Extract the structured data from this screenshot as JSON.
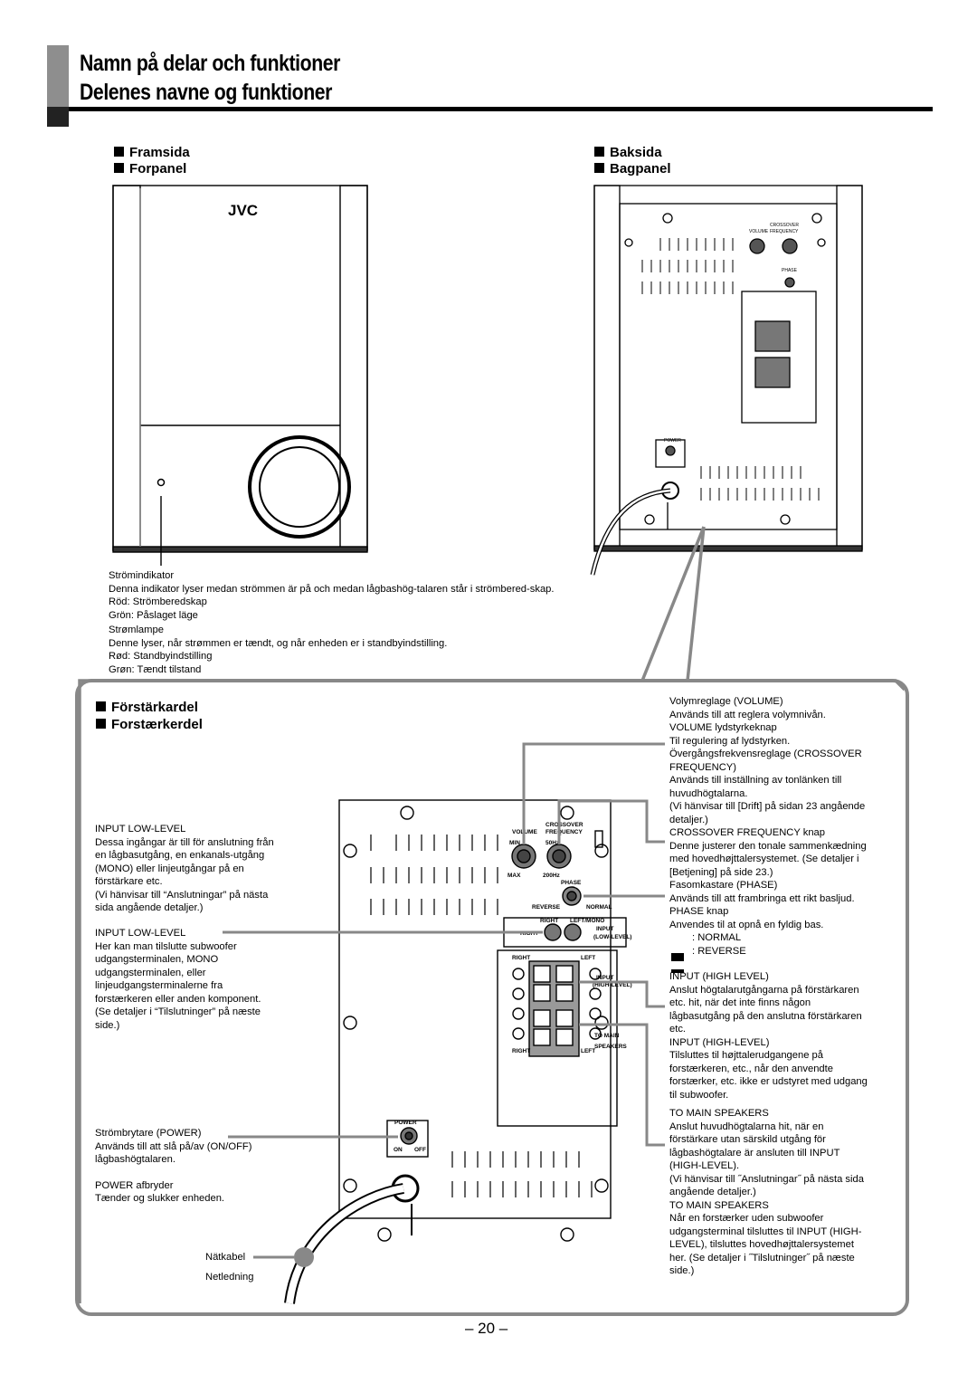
{
  "header": {
    "title_sv": "Namn på delar och funktioner",
    "title_da": "Delenes navne og funktioner"
  },
  "front": {
    "heading_sv": "Framsida",
    "heading_da": "Forpanel",
    "brand": "JVC"
  },
  "rear": {
    "heading_sv": "Baksida",
    "heading_da": "Bagpanel"
  },
  "power_indicator": {
    "lines": [
      "Strömindikator",
      "Denna indikator lyser medan strömmen är på och medan lågbashög-talaren står i strömbered-skap.",
      "Röd:   Strömberedskap",
      "Grön:  Påslaget läge",
      "Strømlampe",
      "Denne lyser, når strømmen er tændt, og når enheden er i standbyindstilling.",
      "Rød:   Standbyindstilling",
      "Grøn:  Tændt tilstand"
    ]
  },
  "amp": {
    "heading_sv": "Förstärkardel",
    "heading_da": "Forstærkerdel",
    "panel_labels": {
      "crossover": "CROSSOVER",
      "volume": "VOLUME",
      "frequency": "FREQUENCY",
      "min": "MIN",
      "max": "MAX",
      "hz50": "50Hz",
      "hz200": "200Hz",
      "phase": "PHASE",
      "reverse": "REVERSE",
      "normal": "NORMAL",
      "right": "RIGHT",
      "left_mono": "LEFT/MONO",
      "input": "INPUT",
      "low_level": "(LOW-LEVEL)",
      "left": "LEFT",
      "high_level": "(HIGH-LEVEL)",
      "to_main": "TO MAIN",
      "speakers": "SPEAKERS",
      "power": "POWER",
      "on": "ON",
      "off": "OFF"
    },
    "left_text": [
      "INPUT LOW-LEVEL",
      "Dessa ingångar är till för anslutning från",
      "en lågbasutgång, en enkanals-utgång",
      "(MONO) eller linjeutgångar på en",
      "förstärkare etc.",
      "(Vi hänvisar till “Anslutningar” på nästa",
      "sida angående detaljer.)"
    ],
    "left_text2": [
      "INPUT LOW-LEVEL",
      "Her kan man tilslutte subwoofer",
      "udgangsterminalen, MONO",
      "udgangsterminalen, eller",
      "linjeudgangsterminalerne fra",
      "forstærkeren eller anden komponent.",
      "(Se detaljer i “Tilslutninger” på næste",
      "side.)"
    ],
    "left_text3": [
      "Strömbrytare (POWER)",
      "Används till att slå på/av (ON/OFF)",
      "lågbashögtalaren.",
      "",
      "POWER afbryder",
      "Tænder og slukker enheden."
    ],
    "cable_sv": "Nätkabel",
    "cable_da": "Netledning",
    "right_text": [
      "Volymreglage (VOLUME)",
      "Används till att reglera volymnivån.",
      "VOLUME lydstyrkeknap",
      "Til regulering af lydstyrken.",
      "Övergångsfrekvensreglage (CROSSOVER",
      "FREQUENCY)",
      "Används till inställning av tonlänken till",
      "huvudhögtalarna.",
      "(Vi hänvisar till [Drift] på sidan 23 angående",
      "detaljer.)",
      "CROSSOVER FREQUENCY knap",
      "Denne justerer den tonale sammenkædning",
      "med hovedhøjttalersystemet. (Se detaljer i",
      "[Betjening] på side 23.)",
      "Fasomkastare (PHASE)",
      "Används till att frambringa ett rikt basljud.",
      "PHASE knap",
      "Anvendes til at opnå en fyldig bas.",
      ": NORMAL",
      ": REVERSE",
      "",
      "INPUT (HIGH LEVEL)",
      "Anslut högtalarutgångarna på förstärkaren",
      "etc. hit, när det inte finns någon",
      "lågbasutgång på den anslutna förstärkaren",
      "etc.",
      "INPUT (HIGH-LEVEL)",
      "Tilsluttes til højttalerudgangene på",
      "forstærkeren, etc., når den anvendte",
      "forstærker, etc. ikke er udstyret med udgang",
      "til subwoofer.",
      "",
      "TO MAIN SPEAKERS",
      "Anslut huvudhögtalarna hit, när en",
      "förstärkare utan särskild utgång för",
      "lågbashögtalare är ansluten till INPUT",
      "(HIGH-LEVEL).",
      "(Vi hänvisar till ˝Anslutningar˝ på nästa sida",
      "angående detaljer.)",
      "TO MAIN SPEAKERS",
      "Når en forstærker uden subwoofer",
      "udgangsterminal tilsluttes til INPUT (HIGH-",
      "LEVEL), tilsluttes hovedhøjttalersystemet",
      "her. (Se detaljer i ˝Tilslutninger˝ på næste",
      "side.)"
    ]
  },
  "page_number": "– 20 –"
}
